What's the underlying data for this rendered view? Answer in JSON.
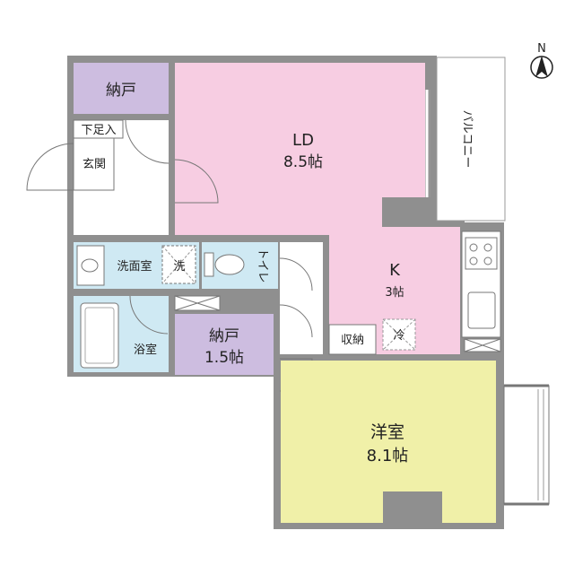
{
  "rooms": {
    "storage_top": {
      "label": "納戸"
    },
    "ld": {
      "label": "LD",
      "size": "8.5帖"
    },
    "shoe": {
      "label": "下足入"
    },
    "entrance": {
      "label": "玄関"
    },
    "balcony": {
      "label": "バルコニー"
    },
    "washroom": {
      "label": "洗面室"
    },
    "washer": {
      "label": "洗"
    },
    "toilet": {
      "label": "トイレ"
    },
    "kitchen": {
      "label": "K",
      "size": "3帖"
    },
    "bath": {
      "label": "浴室"
    },
    "storage_mid": {
      "label": "納戸",
      "size": "1.5帖"
    },
    "closet": {
      "label": "収納"
    },
    "fridge": {
      "label": "冷"
    },
    "western": {
      "label": "洋室",
      "size": "8.1帖"
    }
  },
  "compass": {
    "label": "N"
  },
  "colors": {
    "wall": "#8f8f8f",
    "ld": "#f7cde2",
    "kitchen": "#f7cde2",
    "storage": "#cdbde0",
    "wet": "#cfe9f3",
    "western": "#f0f0a8",
    "entry": "#ffffff"
  }
}
